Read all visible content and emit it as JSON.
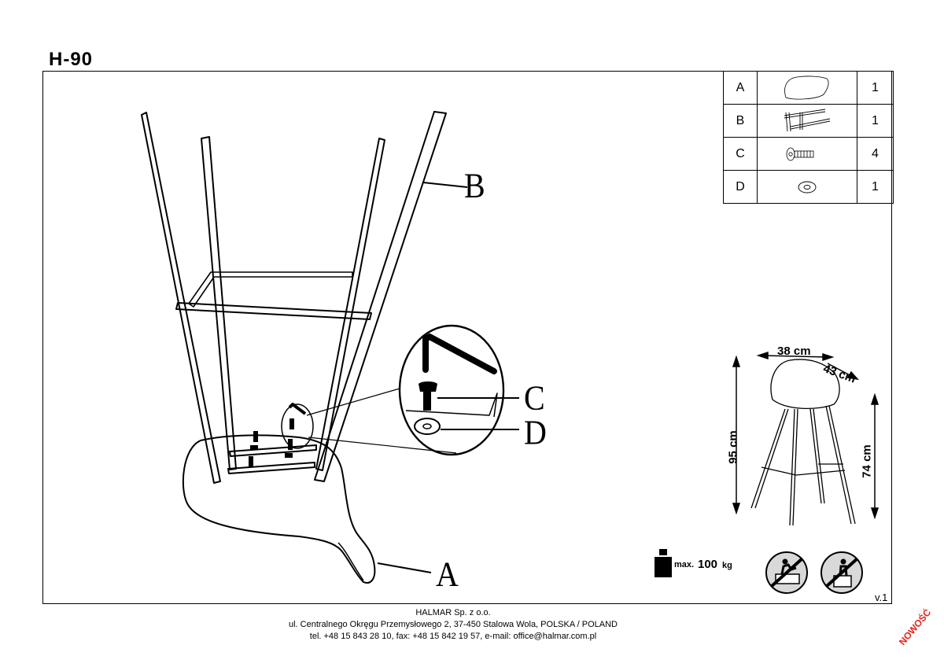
{
  "model": "H-90",
  "parts": [
    {
      "letter": "A",
      "icon": "seat-shell-icon",
      "qty": "1"
    },
    {
      "letter": "B",
      "icon": "leg-frame-icon",
      "qty": "1"
    },
    {
      "letter": "C",
      "icon": "bolt-icon",
      "qty": "4"
    },
    {
      "letter": "D",
      "icon": "washer-icon",
      "qty": "1"
    }
  ],
  "callouts": {
    "a": "A",
    "b": "B",
    "c": "C",
    "d": "D"
  },
  "dimensions": {
    "width": "38 cm",
    "depth": "43 cm",
    "height": "95 cm",
    "seat_height": "74 cm"
  },
  "max_load": {
    "label": "max.",
    "value": "100",
    "unit": "kg"
  },
  "warnings": [
    "no-standing-on-seat-icon",
    "no-climbing-icon"
  ],
  "version": "v.1",
  "footer": {
    "company": "HALMAR Sp. z o.o.",
    "address": "ul. Centralnego Okręgu Przemysłowego 2, 37-450 Stalowa Wola, POLSKA / POLAND",
    "contact": "tel. +48 15 843 28 10, fax: +48 15 842 19 57, e-mail: office@halmar.com.pl"
  },
  "badge": "NOWOŚĆ"
}
